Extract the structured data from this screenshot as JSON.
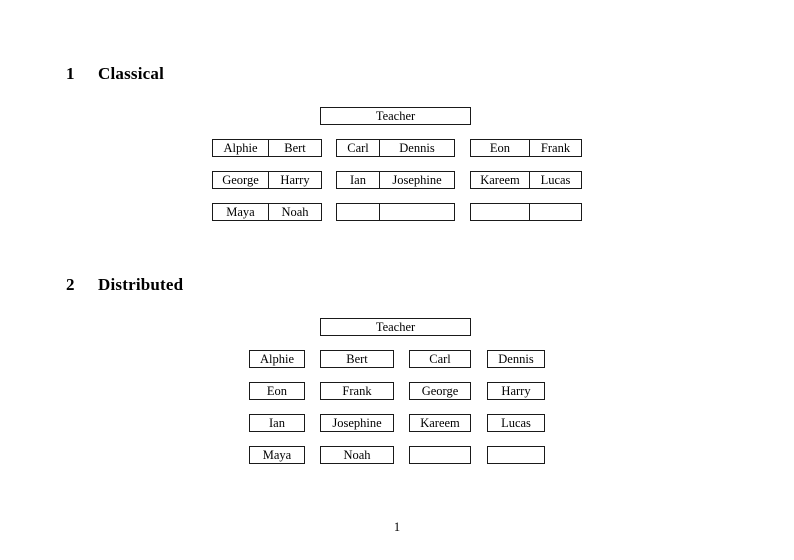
{
  "document": {
    "page_number": "1"
  },
  "sections": [
    {
      "number": "1",
      "title": "Classical",
      "root_label": "Teacher",
      "layout": "three-groups-of-two-columns",
      "groups": [
        {
          "rows": [
            [
              "Alphie",
              "Bert"
            ],
            [
              "George",
              "Harry"
            ],
            [
              "Maya",
              "Noah"
            ]
          ]
        },
        {
          "rows": [
            [
              "Carl",
              "Dennis"
            ],
            [
              "Ian",
              "Josephine"
            ],
            [
              "",
              ""
            ]
          ]
        },
        {
          "rows": [
            [
              "Eon",
              "Frank"
            ],
            [
              "Kareem",
              "Lucas"
            ],
            [
              "",
              ""
            ]
          ]
        }
      ]
    },
    {
      "number": "2",
      "title": "Distributed",
      "root_label": "Teacher",
      "layout": "four-column-grid",
      "rows": [
        [
          "Alphie",
          "Bert",
          "Carl",
          "Dennis"
        ],
        [
          "Eon",
          "Frank",
          "George",
          "Harry"
        ],
        [
          "Ian",
          "Josephine",
          "Kareem",
          "Lucas"
        ],
        [
          "Maya",
          "Noah",
          "",
          ""
        ]
      ]
    }
  ]
}
